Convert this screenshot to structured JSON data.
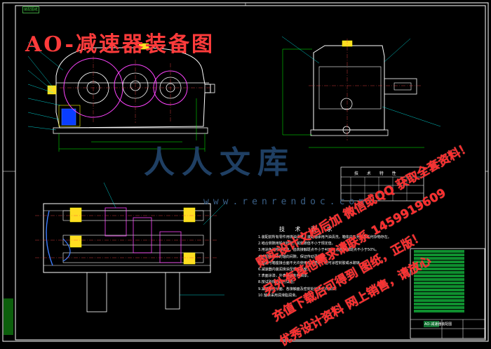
{
  "window": {
    "title": "AO-减速器装备图"
  },
  "drawing": {
    "title": "AO-减速器装备图",
    "frame_tag": "装配图纸",
    "tech_requirements_title": "技 术 要 求",
    "tech_requirements": [
      "1.装配前所有零件用煤油清洗，滚动轴承用汽油清洗，箱体内不允许有任何杂物存在。",
      "2.啮合侧隙用铅丝检验，其侧隙值不小于规定值。",
      "3.用涂色法检验斑点，齿高接触斑点不小于40%，齿长接触斑点不小于50%。",
      "4.应调整轴承的轴向间隙，保证传动灵活。",
      "5.箱盖与箱座接合面不允许使用任何垫片，但可涂密封胶或水玻璃。",
      "6.减速器内装润滑油至规定高度。",
      "7.表面涂漆，外表面涂灰色油漆。",
      "8.按试验规范进行试验。",
      "9.减速器剖分面、各接触面及密封处均不允许漏油。",
      "10.轴承采用润滑脂润滑。"
    ],
    "param_table_title": "技 术 特 性",
    "title_block_label": "AO-减速器装配图"
  },
  "watermark": {
    "logo": "人人文库",
    "url": "www.renrendoc.com"
  },
  "promo_lines": [
    "购买设计文档后加 微信或QQ 获取全套资料！",
    "另外有其他需求请联系 1459919609",
    "充值下载后可得到 图纸，正版！",
    "优秀设计资料 网上销售，请放心"
  ],
  "colors": {
    "background": "#000000",
    "frame": "#ffffff",
    "gear": "#ff44ff",
    "body": "#ffffff",
    "dim": "#00ff00",
    "leader": "#00ffff",
    "accent": "#ff3b3b",
    "yellow": "#ffff00",
    "blue": "#3d7dff"
  }
}
